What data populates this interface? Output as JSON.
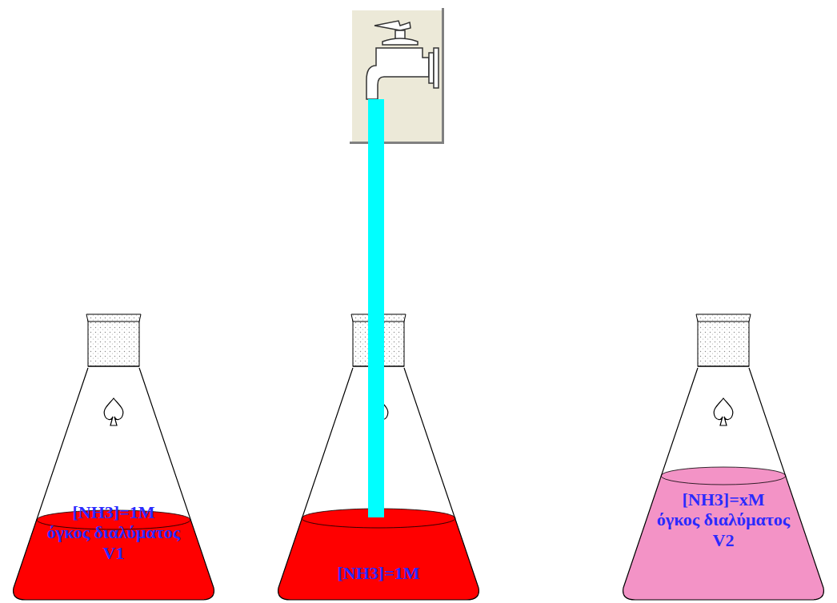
{
  "diagram": {
    "nodes": [
      {
        "text": [
          "[NH3]=1M",
          "όγκος διαλύματος",
          "V1"
        ]
      },
      {
        "text": [
          "[NH3]=1M"
        ]
      },
      {
        "text": [
          "[NH3]=xM",
          "όγκος διαλύματος",
          "V2"
        ]
      }
    ]
  }
}
